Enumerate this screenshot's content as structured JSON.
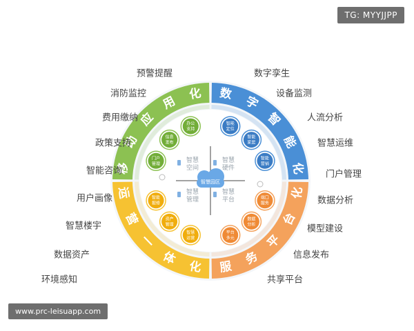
{
  "badges": {
    "telegram": "TG: MYYJJPP",
    "website": "www.prc-leisuapp.com"
  },
  "center": {
    "label": "智慧园区"
  },
  "segments": [
    {
      "title": "数字智能化",
      "color": "#4a8fd6",
      "inner_color": "#3b7cc4"
    },
    {
      "title": "服务平台化",
      "color": "#f4a25c",
      "inner_color": "#ef8a35"
    },
    {
      "title": "运营一体化",
      "color": "#f6c232",
      "inner_color": "#f0ad0d"
    },
    {
      "title": "移动应用化",
      "color": "#8cc152",
      "inner_color": "#72ad38"
    }
  ],
  "core_labels": [
    "智慧空间",
    "智慧硬件",
    "智慧管理",
    "智慧平台"
  ],
  "nodes": [
    {
      "label": "智能定位",
      "segment": 0
    },
    {
      "label": "智能家居",
      "segment": 0
    },
    {
      "label": "智能营销",
      "segment": 0
    },
    {
      "label": "端口服务",
      "segment": 1
    },
    {
      "label": "数据分析",
      "segment": 1
    },
    {
      "label": "平台多元",
      "segment": 1
    },
    {
      "label": "智慧运营",
      "segment": 2
    },
    {
      "label": "资产管理",
      "segment": 2
    },
    {
      "label": "智能报修",
      "segment": 2
    },
    {
      "label": "门户管理",
      "segment": 3
    },
    {
      "label": "信息发布",
      "segment": 3
    },
    {
      "label": "办公支持",
      "segment": 3
    }
  ],
  "left_labels": [
    "预警提醒",
    "消防监控",
    "费用缴纳",
    "政策支持",
    "智能咨询",
    "用户画像",
    "智慧楼宇",
    "数据资产",
    "环境感知"
  ],
  "right_labels": [
    "数字孪生",
    "设备监测",
    "人流分析",
    "智慧运维",
    "门户管理",
    "数据分析",
    "模型建设",
    "信息发布",
    "共享平台"
  ]
}
